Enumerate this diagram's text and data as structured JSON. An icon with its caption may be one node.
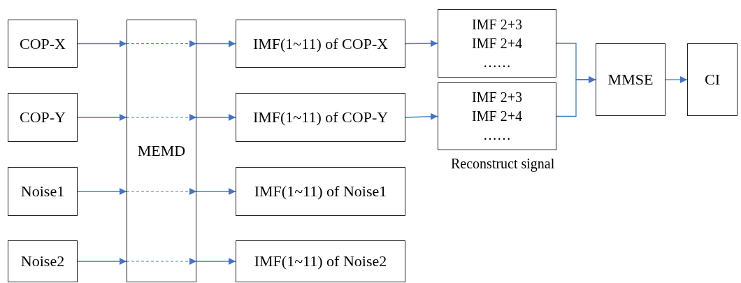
{
  "diagram": {
    "nodes": [
      {
        "text": [
          "COP-X"
        ]
      },
      {
        "text": [
          "COP-Y"
        ]
      },
      {
        "text": [
          "Noise1"
        ]
      },
      {
        "text": [
          "Noise2"
        ]
      },
      {
        "text": [
          "MEMD"
        ]
      },
      {
        "text": [
          "IMF(1~11) of COP-X"
        ]
      },
      {
        "text": [
          "IMF(1~11) of COP-Y"
        ]
      },
      {
        "text": [
          "IMF(1~11) of Noise1"
        ]
      },
      {
        "text": [
          "IMF(1~11) of Noise2"
        ]
      },
      {
        "text": [
          "IMF 2+3",
          "IMF 2+4",
          "……"
        ]
      },
      {
        "text": [
          "IMF 2+3",
          "IMF 2+4",
          "……"
        ]
      },
      {
        "text": [
          "MMSE"
        ]
      },
      {
        "text": [
          "CI"
        ]
      }
    ],
    "edges": [
      {
        "from": 0,
        "to": 4,
        "arrow": "to"
      },
      {
        "from": 1,
        "to": 4,
        "arrow": "to"
      },
      {
        "from": 2,
        "to": 4,
        "arrow": "to"
      },
      {
        "from": 3,
        "to": 4,
        "arrow": "to"
      },
      {
        "from": 4,
        "to": 5,
        "arrow": "to"
      },
      {
        "from": 4,
        "to": 6,
        "arrow": "to"
      },
      {
        "from": 4,
        "to": 7,
        "arrow": "to"
      },
      {
        "from": 4,
        "to": 8,
        "arrow": "to"
      },
      {
        "from": 5,
        "to": 9,
        "arrow": "to"
      },
      {
        "from": 6,
        "to": 10,
        "arrow": "to"
      },
      {
        "from": 9,
        "to": 11,
        "arrow": "to"
      },
      {
        "from": 10,
        "to": 11,
        "arrow": "to"
      },
      {
        "from": 11,
        "to": 12,
        "arrow": "to"
      }
    ],
    "labels": [
      "Reconstruct signal"
    ]
  }
}
